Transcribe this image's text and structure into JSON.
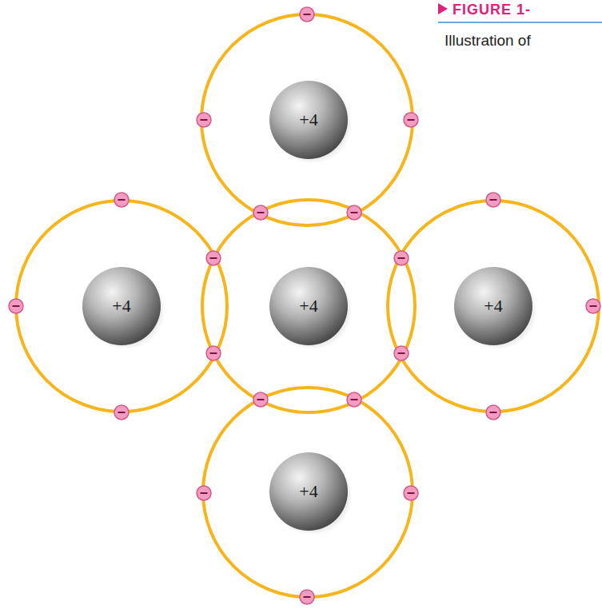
{
  "diagram": {
    "nodes": [
      {
        "text": [
          "+4"
        ]
      },
      {
        "text": [
          "+4"
        ]
      },
      {
        "text": [
          "+4"
        ]
      },
      {
        "text": [
          "+4"
        ]
      },
      {
        "text": [
          "+4"
        ]
      }
    ],
    "labels": [
      "FIGURE 1-",
      "Illustration of"
    ]
  }
}
